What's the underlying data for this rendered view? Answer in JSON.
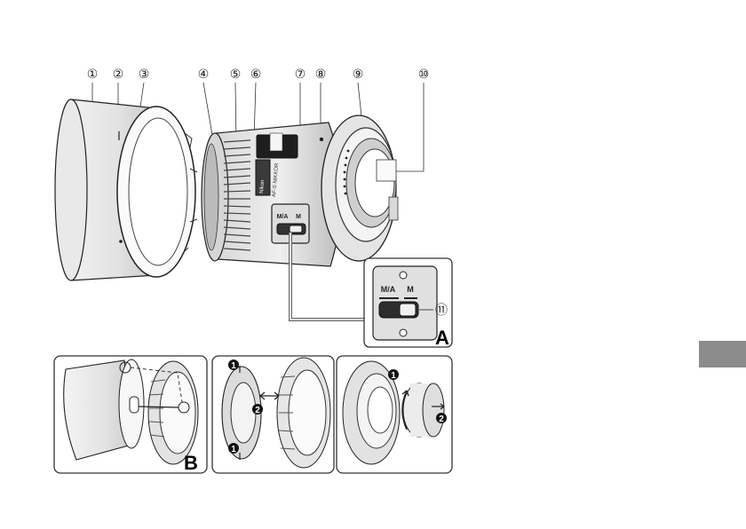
{
  "callouts": [
    {
      "id": "1",
      "label": "①"
    },
    {
      "id": "2",
      "label": "②"
    },
    {
      "id": "3",
      "label": "③"
    },
    {
      "id": "4",
      "label": "④"
    },
    {
      "id": "5",
      "label": "⑤"
    },
    {
      "id": "6",
      "label": "⑥"
    },
    {
      "id": "7",
      "label": "⑦"
    },
    {
      "id": "8",
      "label": "⑧"
    },
    {
      "id": "9",
      "label": "⑨"
    },
    {
      "id": "10",
      "label": "⑩"
    },
    {
      "id": "11",
      "label": "⑪"
    }
  ],
  "switch": {
    "left_label": "M/A",
    "right_label": "M"
  },
  "panels": {
    "a_letter": "A",
    "b_letter": "B"
  },
  "steps": {
    "one": "1",
    "two": "2"
  },
  "lens_text": {
    "brand": "Nikon",
    "model": "AF-S NIKKOR"
  },
  "side_tab_color": "#8c8c8c"
}
